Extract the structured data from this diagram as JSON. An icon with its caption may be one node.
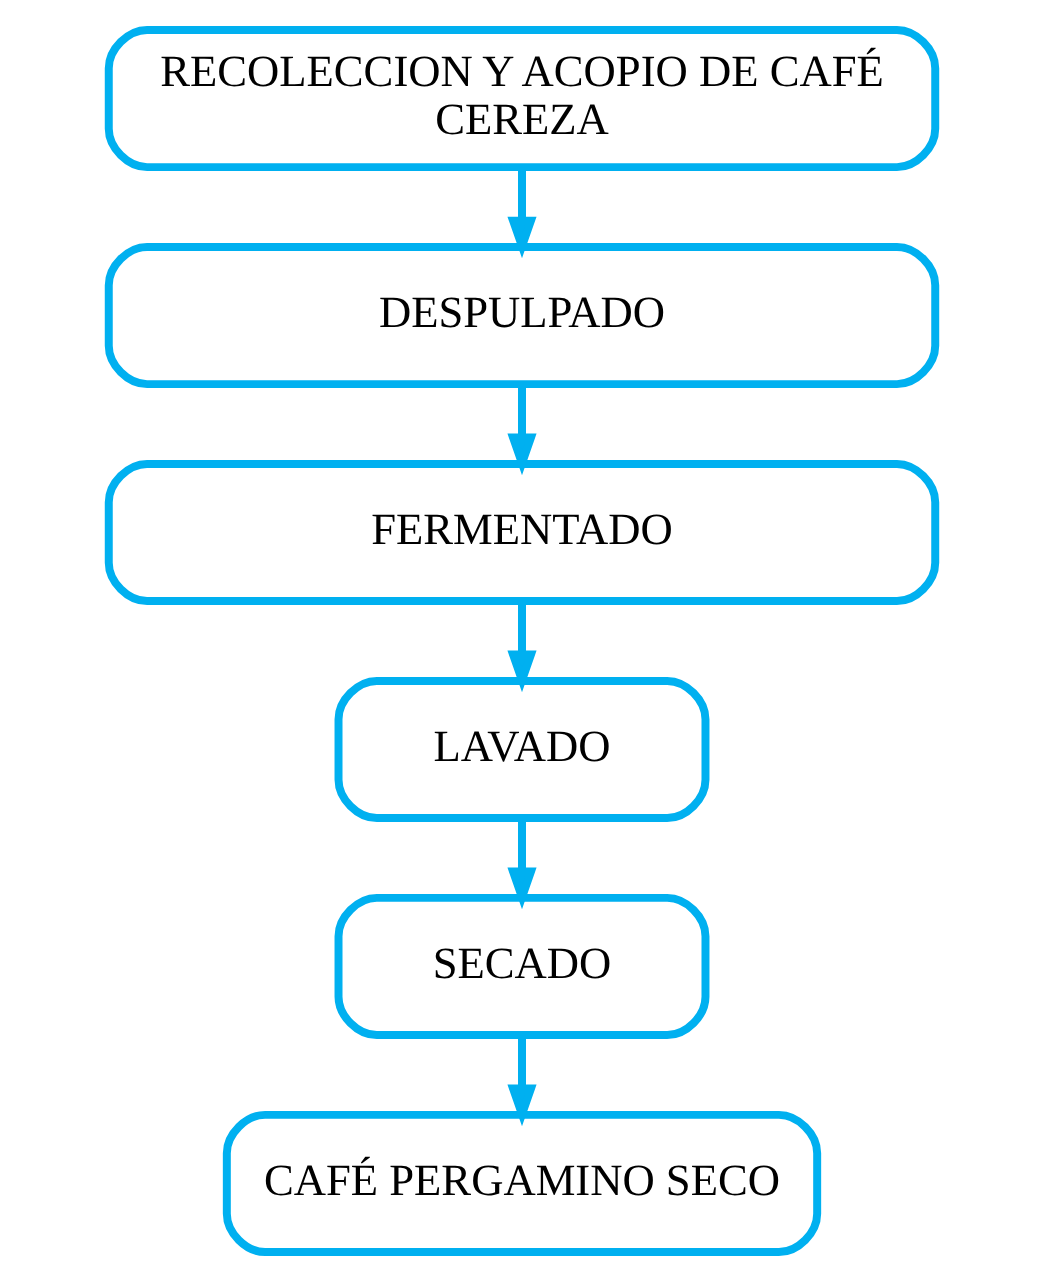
{
  "diagram": {
    "nodes": [
      {
        "text": [
          "RECOLECCION Y ACOPIO DE CAFÉ CEREZA"
        ]
      },
      {
        "text": [
          "DESPULPADO"
        ]
      },
      {
        "text": [
          "FERMENTADO"
        ]
      },
      {
        "text": [
          "LAVADO"
        ]
      },
      {
        "text": [
          "SECADO"
        ]
      },
      {
        "text": [
          "CAFÉ PERGAMINO SECO"
        ]
      }
    ],
    "edges": [
      {
        "from": 0,
        "to": 1,
        "arrow": "to"
      },
      {
        "from": 1,
        "to": 2,
        "arrow": "to"
      },
      {
        "from": 2,
        "to": 3,
        "arrow": "to"
      },
      {
        "from": 3,
        "to": 4,
        "arrow": "to"
      },
      {
        "from": 4,
        "to": 5,
        "arrow": "to"
      }
    ]
  }
}
